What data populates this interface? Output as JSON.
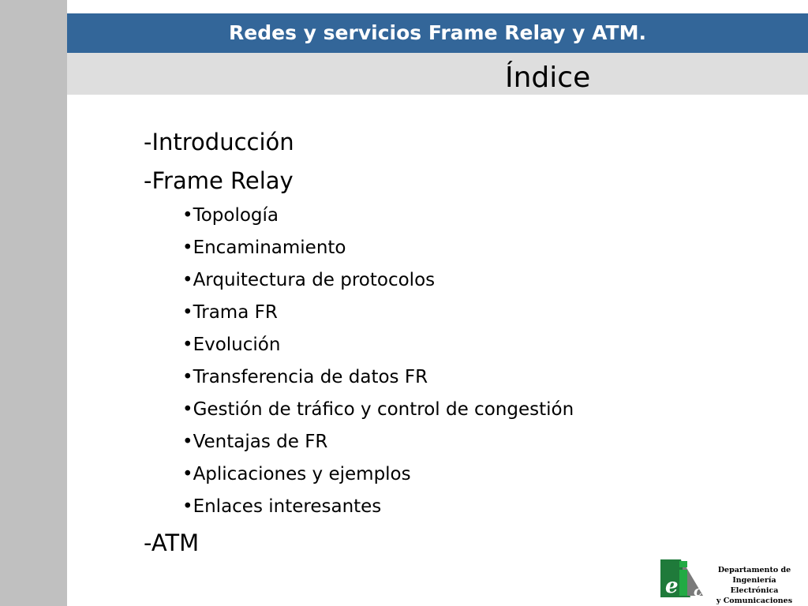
{
  "header": {
    "course_title": "Redes y servicios Frame Relay y ATM.",
    "slide_title": "Índice",
    "bar_color": "#336699"
  },
  "outline": [
    {
      "level": 1,
      "text": "-Introducción"
    },
    {
      "level": 1,
      "text": "-Frame Relay"
    },
    {
      "level": 2,
      "text": "•Topología"
    },
    {
      "level": 2,
      "text": "•Encaminamiento"
    },
    {
      "level": 2,
      "text": "•Arquitectura de protocolos"
    },
    {
      "level": 2,
      "text": "•Trama FR"
    },
    {
      "level": 2,
      "text": "•Evolución"
    },
    {
      "level": 2,
      "text": "•Transferencia de datos FR"
    },
    {
      "level": 2,
      "text": "•Gestión de tráfico y control de congestión"
    },
    {
      "level": 2,
      "text": "•Ventajas de FR"
    },
    {
      "level": 2,
      "text": "•Aplicaciones y ejemplos"
    },
    {
      "level": 2,
      "text": "•Enlaces interesantes"
    },
    {
      "level": 1,
      "text": "-ATM"
    }
  ],
  "footer": {
    "department_lines": [
      "Departamento de",
      "Ingeniería Electrónica",
      "y Comunicaciones"
    ],
    "logo_letters": [
      "e",
      "i",
      "c"
    ]
  }
}
